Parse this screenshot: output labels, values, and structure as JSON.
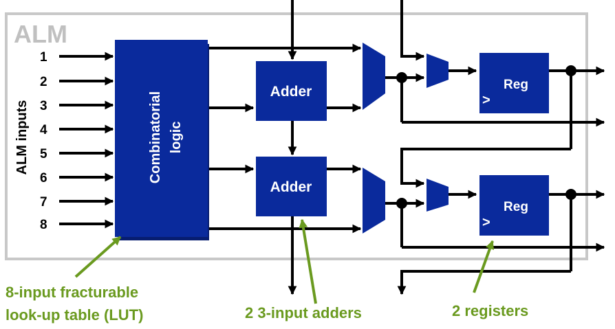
{
  "alm_label": "ALM",
  "inputs_label": "ALM inputs",
  "input_numbers": [
    "1",
    "2",
    "3",
    "4",
    "5",
    "6",
    "7",
    "8"
  ],
  "lut_label": [
    "Combinatorial",
    "logic"
  ],
  "adder_label": "Adder",
  "reg_label": "Reg",
  "clock_marker": ">",
  "annotations": {
    "lut": [
      "8-input fracturable",
      "look-up table (LUT)"
    ],
    "adders": "2 3-input adders",
    "registers": "2 registers"
  },
  "colors": {
    "block_blue": "#0a2a9c",
    "block_dark": "#071d70",
    "alm_border": "#c8c8c8",
    "alm_text": "#c0c0c0",
    "annotation_green": "#6a9a1f",
    "wire": "#000000"
  }
}
